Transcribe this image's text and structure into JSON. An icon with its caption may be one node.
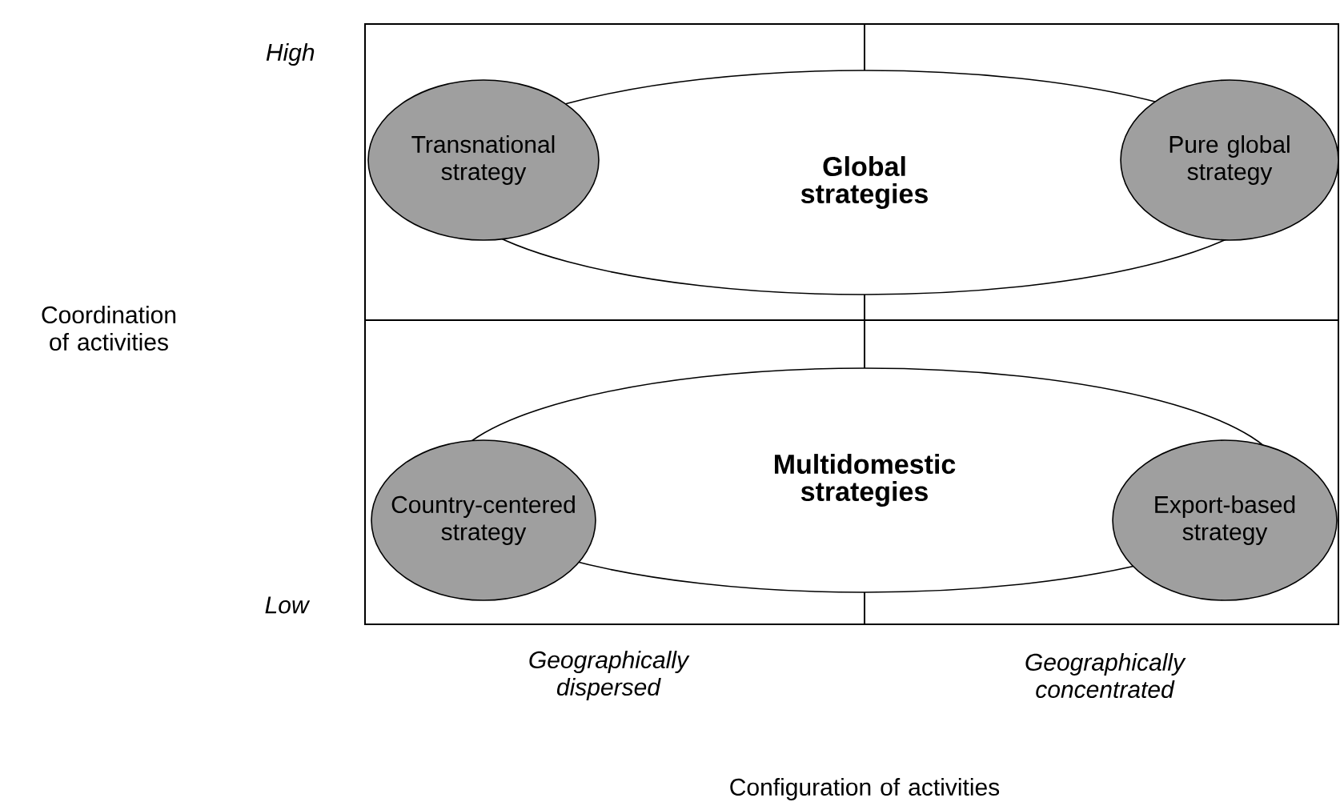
{
  "diagram": {
    "nodes": [
      {
        "text": [
          "Global strategies"
        ]
      },
      {
        "text": [
          "Transnational strategy"
        ]
      },
      {
        "text": [
          "Pure global strategy"
        ]
      },
      {
        "text": [
          "Multidomestic strategies"
        ]
      },
      {
        "text": [
          "Country-centered strategy"
        ]
      },
      {
        "text": [
          "Export-based strategy"
        ]
      }
    ],
    "labels": [
      "High",
      "Coordination of activities",
      "Low",
      "Geographically dispersed",
      "Geographically concentrated",
      "Configuration of activities"
    ]
  }
}
